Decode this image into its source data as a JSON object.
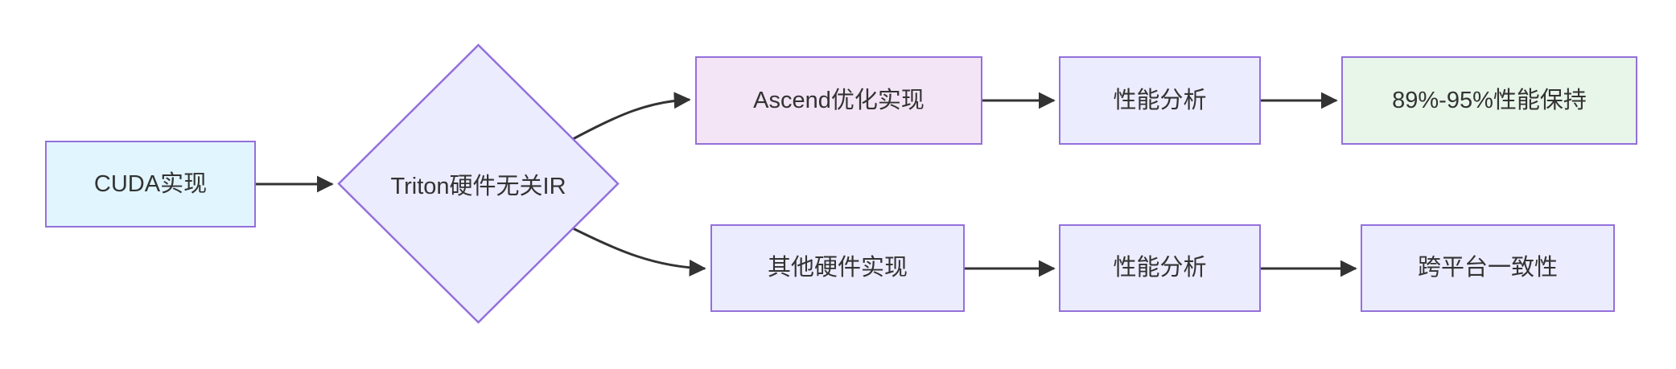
{
  "diagram": {
    "type": "flowchart",
    "direction": "left-to-right",
    "nodes": {
      "cuda": {
        "label": "CUDA实现",
        "shape": "rect",
        "fill": "#E1F5FE"
      },
      "triton_ir": {
        "label": "Triton硬件无关IR",
        "shape": "diamond",
        "fill": "#ECECFF"
      },
      "ascend": {
        "label": "Ascend优化实现",
        "shape": "rect",
        "fill": "#F3E5F5"
      },
      "perf_top": {
        "label": "性能分析",
        "shape": "rect",
        "fill": "#ECECFF"
      },
      "result_top": {
        "label": "89%-95%性能保持",
        "shape": "rect",
        "fill": "#E8F5E9"
      },
      "other_hw": {
        "label": "其他硬件实现",
        "shape": "rect",
        "fill": "#ECECFF"
      },
      "perf_bottom": {
        "label": "性能分析",
        "shape": "rect",
        "fill": "#ECECFF"
      },
      "result_bottom": {
        "label": "跨平台一致性",
        "shape": "rect",
        "fill": "#ECECFF"
      }
    },
    "edges": [
      {
        "from": "CUDA实现",
        "to": "Triton硬件无关IR",
        "style": "straight-arrow"
      },
      {
        "from": "Triton硬件无关IR",
        "to": "Ascend优化实现",
        "style": "curved-arrow"
      },
      {
        "from": "Triton硬件无关IR",
        "to": "其他硬件实现",
        "style": "curved-arrow"
      },
      {
        "from": "Ascend优化实现",
        "to": "性能分析",
        "style": "straight-arrow"
      },
      {
        "from": "性能分析",
        "to": "89%-95%性能保持",
        "style": "straight-arrow"
      },
      {
        "from": "其他硬件实现",
        "to": "性能分析",
        "style": "straight-arrow"
      },
      {
        "from": "性能分析",
        "to": "跨平台一致性",
        "style": "straight-arrow"
      }
    ]
  },
  "colors": {
    "background": "#FFFFFF",
    "border_purple": "#9370DB",
    "edge_dark": "#333333",
    "text_dark": "#333333",
    "fill_default": "#ECECFF",
    "fill_blue": "#E1F5FE",
    "fill_pink": "#F3E5F5",
    "fill_green": "#E8F5E9"
  }
}
